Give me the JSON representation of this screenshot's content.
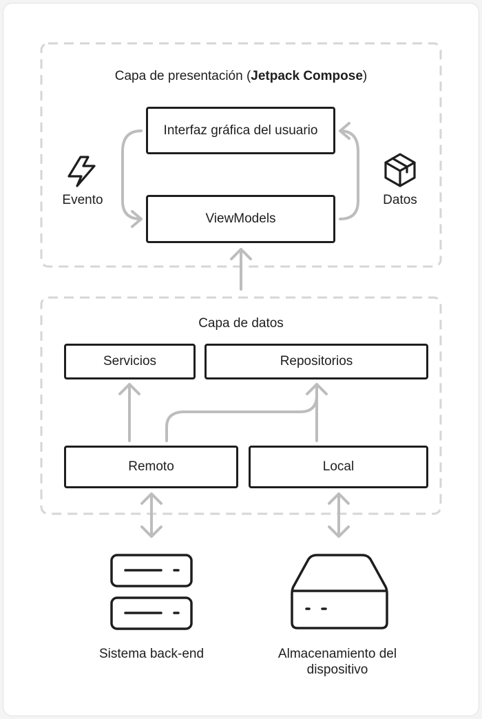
{
  "presentation_layer": {
    "title_prefix": "Capa de presentación (",
    "title_bold": "Jetpack Compose",
    "title_suffix": ")",
    "ui_box": "Interfaz gráfica del usuario",
    "viewmodels_box": "ViewModels",
    "event_label": "Evento",
    "data_label": "Datos",
    "event_icon": "lightning-bolt-icon",
    "data_icon": "package-cube-icon"
  },
  "data_layer": {
    "title": "Capa de datos",
    "services_box": "Servicios",
    "repositories_box": "Repositorios",
    "remote_box": "Remoto",
    "local_box": "Local"
  },
  "external": {
    "backend_label": "Sistema back-end",
    "backend_icon": "server-icon",
    "storage_label_line1": "Almacenamiento del",
    "storage_label_line2": "dispositivo",
    "storage_icon": "hard-drive-icon"
  },
  "colors": {
    "stroke": "#1e1e1e",
    "arrow_gray": "#bdbdbd",
    "dashed_border": "#d6d6d6"
  }
}
